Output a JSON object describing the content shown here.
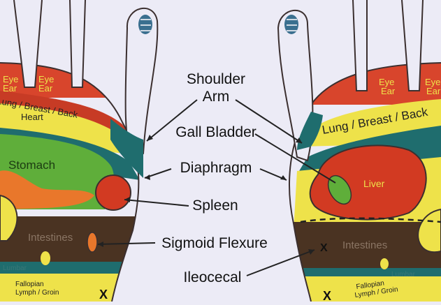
{
  "center_labels": {
    "shoulder": "Shoulder",
    "arm": "Arm",
    "gall_bladder": "Gall Bladder",
    "diaphragm": "Diaphragm",
    "spleen": "Spleen",
    "sigmoid_flexure": "Sigmoid Flexure",
    "ileocecal": "Ileocecal"
  },
  "left_foot": {
    "eye": "Eye",
    "ear": "Ear",
    "lung_breast_back": "Lung / Breast / Back",
    "heart": "Heart",
    "stomach": "Stomach",
    "intestines": "Intestines",
    "lumbar": "Lumbar",
    "fallopian": "Fallopian",
    "lymph_groin": "Lymph / Groin",
    "x_mark": "X"
  },
  "right_foot": {
    "eye": "Eye",
    "ear": "Ear",
    "lung_breast_back": "Lung / Breast / Back",
    "liver": "Liver",
    "intestines": "Intestines",
    "lumbar": "Lumbar",
    "fallopian": "Fallopian",
    "lymph_groin": "Lymph / Groin",
    "x_mark": "X"
  },
  "colors": {
    "background": "#ecebf6",
    "red_band": "#d8452c",
    "yellow_band": "#eee24a",
    "teal_band": "#1f6d6e",
    "green_stomach": "#5fae3a",
    "orange": "#e9772b",
    "liver_red": "#d23a22",
    "brown_intestine": "#4a3322",
    "outline": "#3b2f2f"
  }
}
